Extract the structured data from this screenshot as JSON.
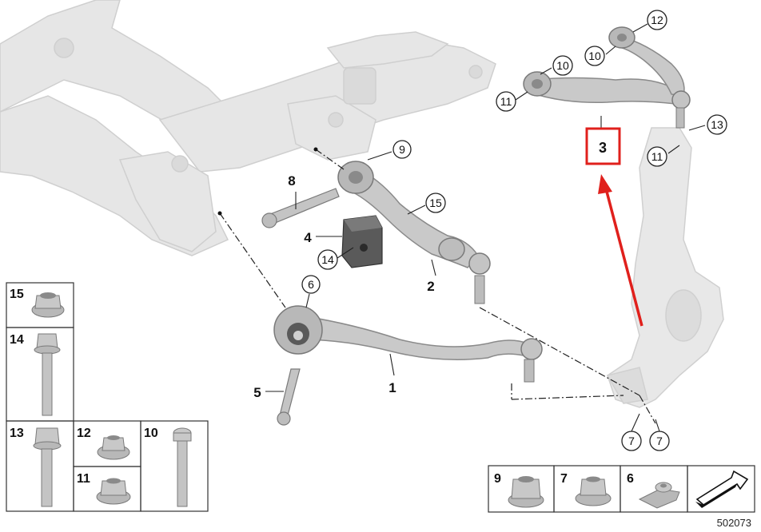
{
  "diagram": {
    "reference_number": "502073",
    "highlight": {
      "label": "3",
      "color": "#e0201c"
    },
    "arrow_color": "#e0201c",
    "part_labels": {
      "p1": "1",
      "p2": "2",
      "p3": "3",
      "p4": "4",
      "p5": "5",
      "p8": "8"
    },
    "callouts": {
      "c9": "9",
      "c15": "15",
      "c14": "14",
      "c6": "6",
      "c10a": "10",
      "c10b": "10",
      "c11a": "11",
      "c11b": "11",
      "c12": "12",
      "c13": "13",
      "c7a": "7",
      "c7b": "7"
    },
    "parts_table_left": [
      {
        "number": "15"
      },
      {
        "number": "14"
      },
      {
        "number": "13"
      },
      {
        "number": "12"
      },
      {
        "number": "11"
      },
      {
        "number": "10"
      }
    ],
    "parts_table_bottom": [
      {
        "number": "9"
      },
      {
        "number": "7"
      },
      {
        "number": "6"
      }
    ],
    "colors": {
      "subframe": "#e6e6e6",
      "part_fill": "#c9c9c9",
      "part_stroke": "#8a8a8a",
      "line": "#222222"
    }
  }
}
